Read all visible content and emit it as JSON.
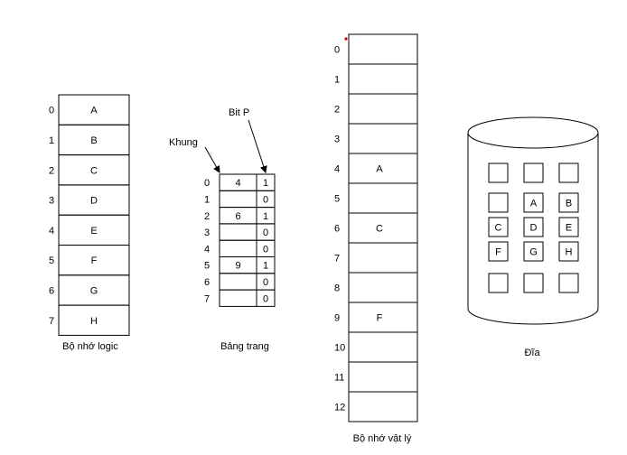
{
  "logical_memory": {
    "title": "Bộ nhớ logic",
    "rows": [
      {
        "index": "0",
        "value": "A"
      },
      {
        "index": "1",
        "value": "B"
      },
      {
        "index": "2",
        "value": "C"
      },
      {
        "index": "3",
        "value": "D"
      },
      {
        "index": "4",
        "value": "E"
      },
      {
        "index": "5",
        "value": "F"
      },
      {
        "index": "6",
        "value": "G"
      },
      {
        "index": "7",
        "value": "H"
      }
    ]
  },
  "page_table": {
    "title": "Bảng trang",
    "frame_label": "Khung",
    "bit_label": "Bit P",
    "rows": [
      {
        "index": "0",
        "frame": "4",
        "bit": "1"
      },
      {
        "index": "1",
        "frame": "",
        "bit": "0"
      },
      {
        "index": "2",
        "frame": "6",
        "bit": "1"
      },
      {
        "index": "3",
        "frame": "",
        "bit": "0"
      },
      {
        "index": "4",
        "frame": "",
        "bit": "0"
      },
      {
        "index": "5",
        "frame": "9",
        "bit": "1"
      },
      {
        "index": "6",
        "frame": "",
        "bit": "0"
      },
      {
        "index": "7",
        "frame": "",
        "bit": "0"
      }
    ]
  },
  "physical_memory": {
    "title": "Bộ nhớ vật lý",
    "rows": [
      {
        "index": "0",
        "value": ""
      },
      {
        "index": "1",
        "value": ""
      },
      {
        "index": "2",
        "value": ""
      },
      {
        "index": "3",
        "value": ""
      },
      {
        "index": "4",
        "value": "A"
      },
      {
        "index": "5",
        "value": ""
      },
      {
        "index": "6",
        "value": "C"
      },
      {
        "index": "7",
        "value": ""
      },
      {
        "index": "8",
        "value": ""
      },
      {
        "index": "9",
        "value": "F"
      },
      {
        "index": "10",
        "value": ""
      },
      {
        "index": "11",
        "value": ""
      },
      {
        "index": "12",
        "value": ""
      }
    ]
  },
  "disk": {
    "title": "Đĩa",
    "grid": [
      [
        "",
        "",
        ""
      ],
      [
        "",
        "A",
        "B"
      ],
      [
        "C",
        "D",
        "E"
      ],
      [
        "F",
        "G",
        "H"
      ],
      [
        "",
        "",
        ""
      ]
    ]
  },
  "colors": {
    "line": "#000000",
    "marker": "#cc0000",
    "background": "#ffffff"
  }
}
